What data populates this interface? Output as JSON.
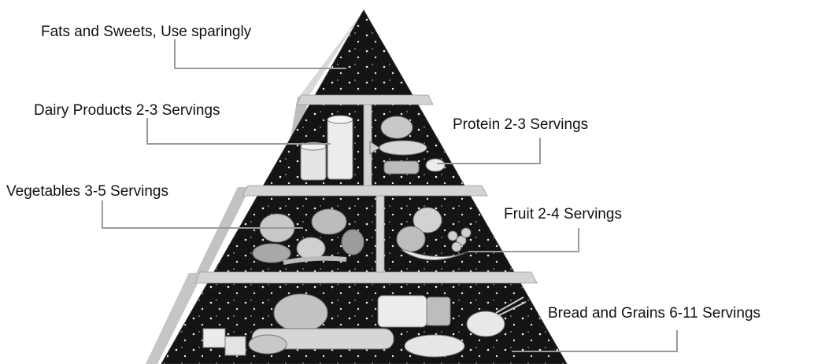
{
  "labels": {
    "fats": "Fats and Sweets, Use sparingly",
    "dairy": "Dairy Products 2-3 Servings",
    "protein": "Protein 2-3 Servings",
    "vegetables": "Vegetables 3-5 Servings",
    "fruit": "Fruit 2-4 Servings",
    "bread": "Bread and Grains 6-11 Servings"
  },
  "icons": {
    "fats": "sparkle-pattern-icon",
    "dairy": "milk-carton-icon",
    "protein": "fish-and-meat-icon",
    "vegetables": "vegetables-icon",
    "fruit": "fruit-icon",
    "bread": "bread-loaf-icon"
  }
}
